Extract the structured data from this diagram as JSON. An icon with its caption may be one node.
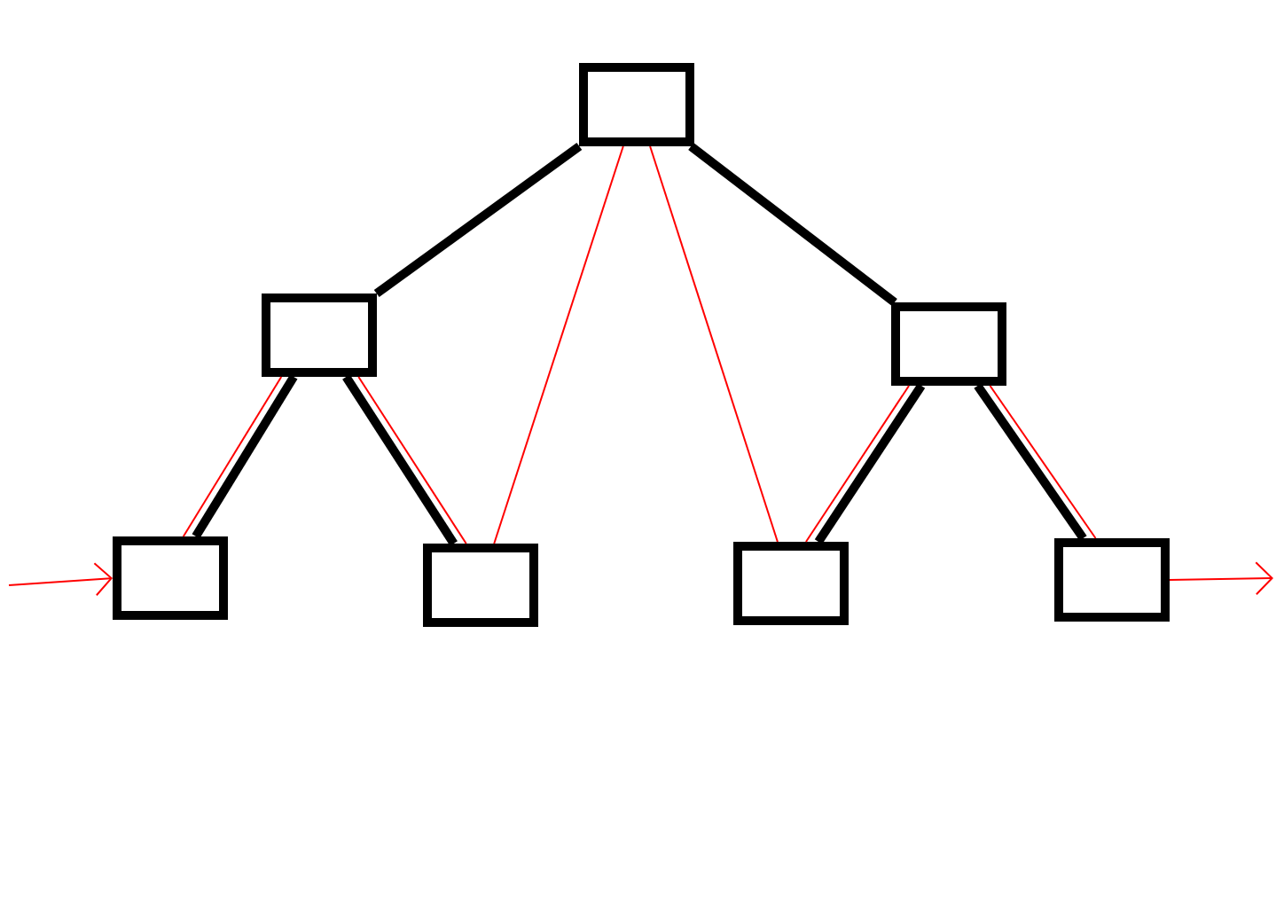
{
  "diagram": {
    "nodes": [
      {
        "text": [],
        "shape": "box"
      },
      {
        "text": [],
        "shape": "box"
      },
      {
        "text": [],
        "shape": "box"
      },
      {
        "text": [],
        "shape": "box"
      },
      {
        "text": [],
        "shape": "box"
      },
      {
        "text": [],
        "shape": "box"
      },
      {
        "text": [],
        "shape": "box"
      }
    ],
    "edges": [
      {
        "from": 0,
        "to": 1,
        "arrow": "none",
        "style": "thick",
        "color": "#000000"
      },
      {
        "from": 0,
        "to": 2,
        "arrow": "none",
        "style": "thick",
        "color": "#000000"
      },
      {
        "from": 1,
        "to": 3,
        "arrow": "none",
        "style": "thick",
        "color": "#000000"
      },
      {
        "from": 1,
        "to": 4,
        "arrow": "none",
        "style": "thick",
        "color": "#000000"
      },
      {
        "from": 2,
        "to": 5,
        "arrow": "none",
        "style": "thick",
        "color": "#000000"
      },
      {
        "from": 2,
        "to": 6,
        "arrow": "none",
        "style": "thick",
        "color": "#000000"
      },
      {
        "from": null,
        "to": 3,
        "arrow": "to"
      },
      {
        "from": 3,
        "to": 1,
        "arrow": "none"
      },
      {
        "from": 1,
        "to": 4,
        "arrow": "none"
      },
      {
        "from": 4,
        "to": 0,
        "arrow": "none"
      },
      {
        "from": 0,
        "to": 5,
        "arrow": "none"
      },
      {
        "from": 5,
        "to": 2,
        "arrow": "none"
      },
      {
        "from": 2,
        "to": 6,
        "arrow": "none"
      },
      {
        "from": 6,
        "to": null,
        "arrow": "to"
      }
    ]
  }
}
